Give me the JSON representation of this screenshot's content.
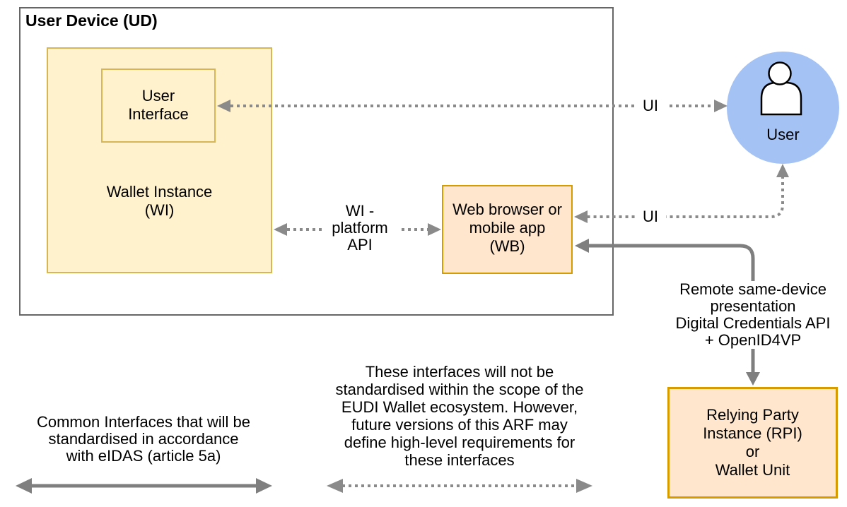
{
  "colors": {
    "yellow_fill": "#FFF2CC",
    "yellow_border": "#D6B656",
    "orange_fill": "#FFE6CC",
    "orange_border": "#D79B00",
    "blue_fill": "#A4C2F4",
    "ud_border": "#666666",
    "arrow_solid": "#7F7F7F",
    "arrow_dotted": "#8A8A8A"
  },
  "boxes": {
    "user_device": {
      "title": "User Device (UD)"
    },
    "wallet_instance": {
      "lines": [
        "Wallet Instance",
        "(WI)"
      ]
    },
    "user_interface": {
      "lines": [
        "User",
        "Interface"
      ]
    },
    "web_browser": {
      "lines": [
        "Web browser or",
        "mobile app",
        "(WB)"
      ]
    },
    "user": {
      "label": "User"
    },
    "relying_party": {
      "lines": [
        "Relying Party",
        "Instance (RPI)",
        "or",
        "Wallet Unit"
      ]
    }
  },
  "labels": {
    "ui_top": "UI",
    "ui_bottom": "UI",
    "wi_platform_api": [
      "WI -",
      "platform",
      "API"
    ],
    "remote_presentation": [
      "Remote same-device",
      "presentation",
      "Digital Credentials API",
      "+ OpenID4VP"
    ],
    "common_interfaces": [
      "Common Interfaces that will be",
      "standardised in accordance",
      "with eIDAS (article 5a)"
    ],
    "not_standardised": [
      "These interfaces will not be",
      "standardised within the scope of the",
      "EUDI Wallet ecosystem. However,",
      "future versions of this ARF may",
      "define high-level requirements for",
      "these interfaces"
    ]
  },
  "icons": {
    "person_icon": "person silhouette (head + torso)"
  }
}
